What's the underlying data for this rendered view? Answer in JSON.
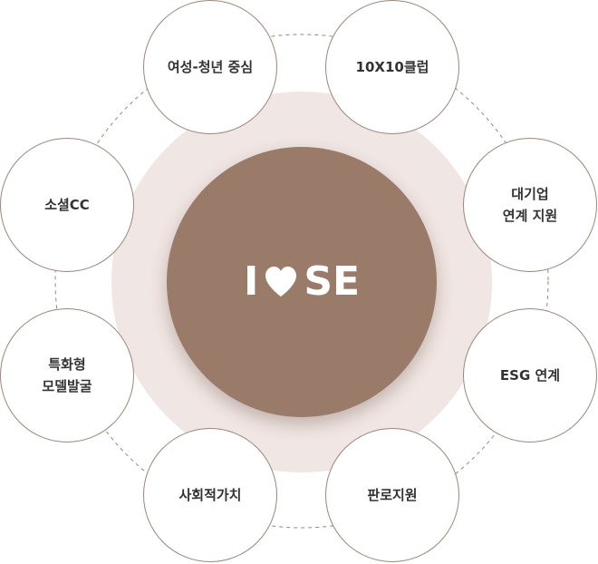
{
  "center": {
    "left_text": "I",
    "right_text": "SE",
    "heart": "heart-icon"
  },
  "nodes": [
    {
      "lines": [
        "여성-청년 중심"
      ]
    },
    {
      "lines": [
        "10X10클럽"
      ]
    },
    {
      "lines": [
        "대기업",
        "연계 지원"
      ]
    },
    {
      "lines": [
        "ESG 연계"
      ]
    },
    {
      "lines": [
        "판로지원"
      ]
    },
    {
      "lines": [
        "사회적가치"
      ]
    },
    {
      "lines": [
        "특화형",
        "모델발굴"
      ]
    },
    {
      "lines": [
        "소셜CC"
      ]
    }
  ],
  "colors": {
    "ring": "#f0e6e3",
    "center": "#9a7a69",
    "border": "#9b857b",
    "text": "#333333"
  }
}
